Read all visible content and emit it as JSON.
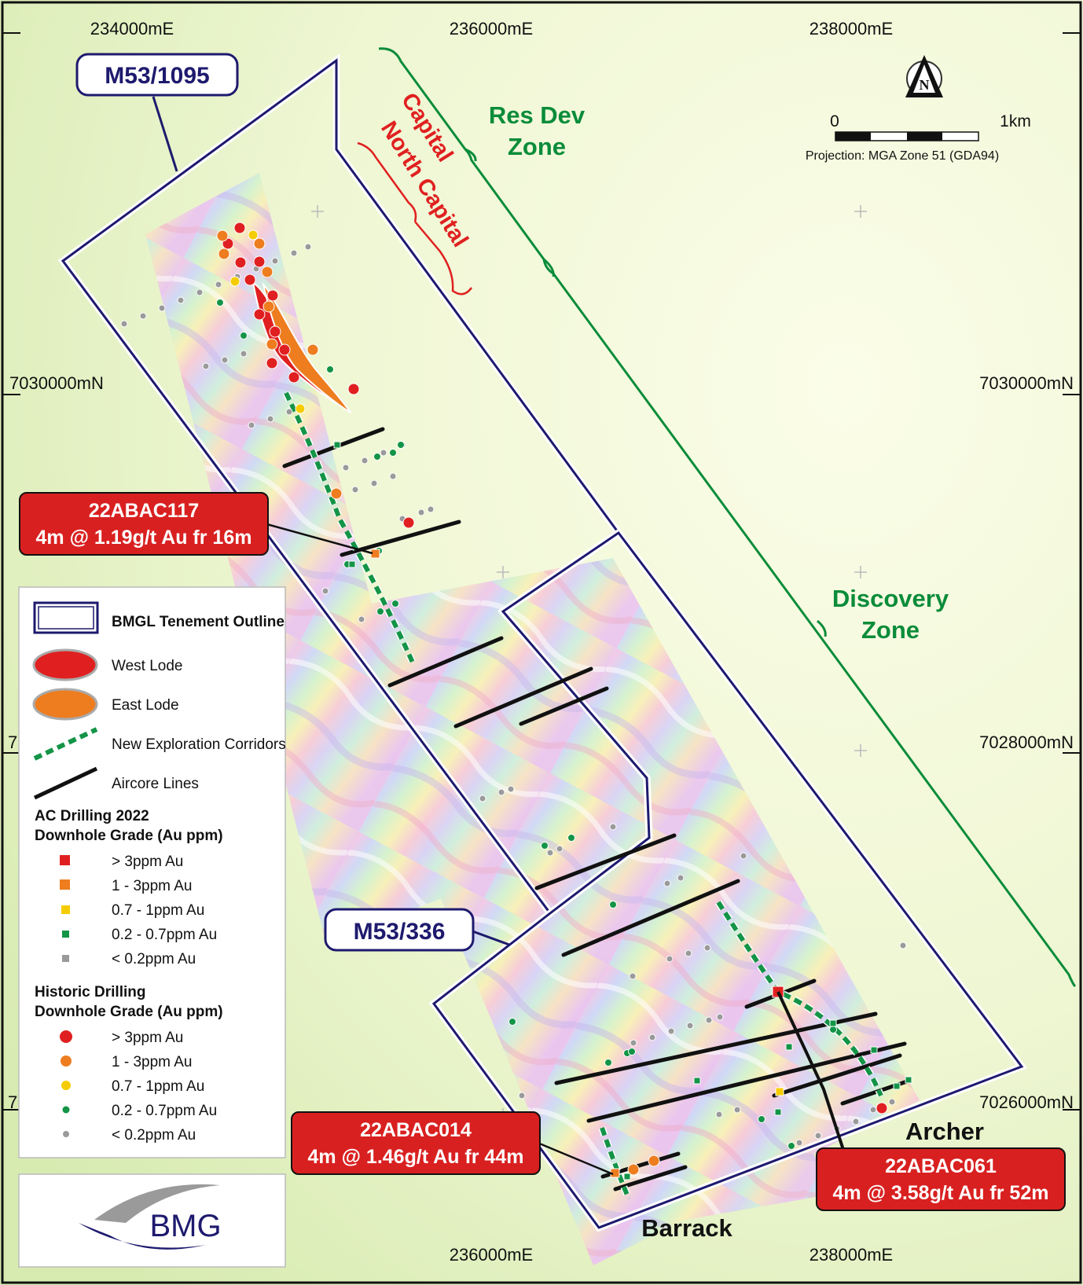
{
  "grid": {
    "easting_top": [
      "234000mE",
      "236000mE",
      "238000mE"
    ],
    "easting_bottom": [
      "236000mE",
      "238000mE"
    ],
    "northing_left": [
      "7030000mN"
    ],
    "northing_right": [
      "7030000mN",
      "7028000mN",
      "7026000mN"
    ],
    "cut_left_digits": [
      "7",
      "7"
    ]
  },
  "tenements": {
    "north": "M53/1095",
    "south": "M53/336"
  },
  "zones": {
    "capital": "Capital",
    "north_capital": "North Capital",
    "res_dev_line1": "Res Dev",
    "res_dev_line2": "Zone",
    "discovery_line1": "Discovery",
    "discovery_line2": "Zone"
  },
  "places": {
    "archer": "Archer",
    "barrack": "Barrack"
  },
  "callouts": {
    "c117": {
      "line1": "22ABAC117",
      "line2": "4m @ 1.19g/t Au fr 16m"
    },
    "c014": {
      "line1": "22ABAC014",
      "line2": "4m @ 1.46g/t Au fr 44m"
    },
    "c061": {
      "line1": "22ABAC061",
      "line2": "4m @ 3.58g/t Au fr 52m"
    }
  },
  "scale": {
    "zero": "0",
    "max": "1km",
    "projection": "Projection: MGA Zone 51 (GDA94)"
  },
  "north_arrow": {
    "letter": "N",
    "icon": "north-arrow-icon"
  },
  "legend": {
    "tenement": "BMGL Tenement Outline",
    "west_lode": "West Lode",
    "east_lode": "East Lode",
    "corridors": "New Exploration Corridors",
    "aircore": "Aircore Lines",
    "ac_title1": "AC Drilling 2022",
    "ac_title2": "Downhole Grade (Au ppm)",
    "ac_items": [
      "> 3ppm Au",
      "1 - 3ppm Au",
      "0.7 - 1ppm Au",
      "0.2 - 0.7ppm Au",
      "< 0.2ppm Au"
    ],
    "hist_title1": "Historic Drilling",
    "hist_title2": "Downhole Grade (Au ppm)",
    "hist_items": [
      "> 3ppm Au",
      "1 - 3ppm Au",
      "0.7 - 1ppm Au",
      "0.2 - 0.7ppm Au",
      "< 0.2ppm Au"
    ]
  },
  "logo": {
    "text": "BMG"
  },
  "colors": {
    "red": "#e02020",
    "orange": "#ee7d1f",
    "yellow": "#f5cc00",
    "green": "#139447",
    "grey": "#9a9a9a",
    "navy": "#1e1a6e",
    "zone_green": "#0a8c3a",
    "callout_red": "#d92020"
  }
}
